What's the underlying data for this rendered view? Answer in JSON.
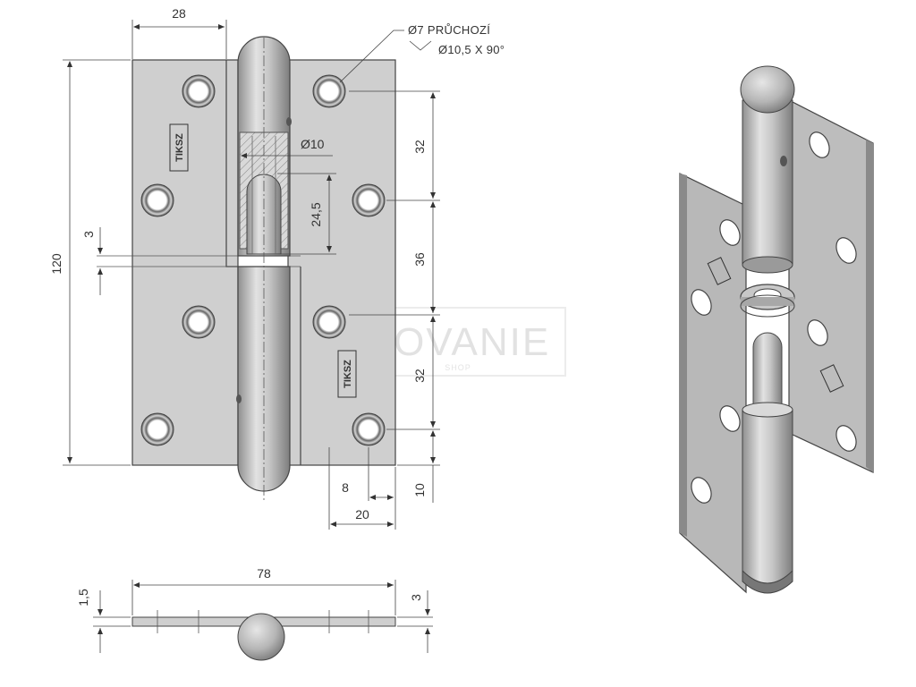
{
  "drawing": {
    "callout_hole": "Ø7 PRŮCHOZÍ",
    "callout_countersink": "Ø10,5 X 90°",
    "dimensions": {
      "top_width": "28",
      "pin_diameter": "Ø10",
      "pin_length": "24,5",
      "height_total": "120",
      "gap": "3",
      "hole_spacing_top": "32",
      "hole_spacing_middle": "36",
      "hole_spacing_bottom": "32",
      "bottom_edge": "10",
      "hole_offset": "8",
      "hole_edge": "20",
      "total_width": "78",
      "plate_thickness": "1,5",
      "side_thickness": "3"
    },
    "watermark": "KOVANIE",
    "watermark_sub": "SHOP",
    "brand_mark": "TIKSZ"
  }
}
